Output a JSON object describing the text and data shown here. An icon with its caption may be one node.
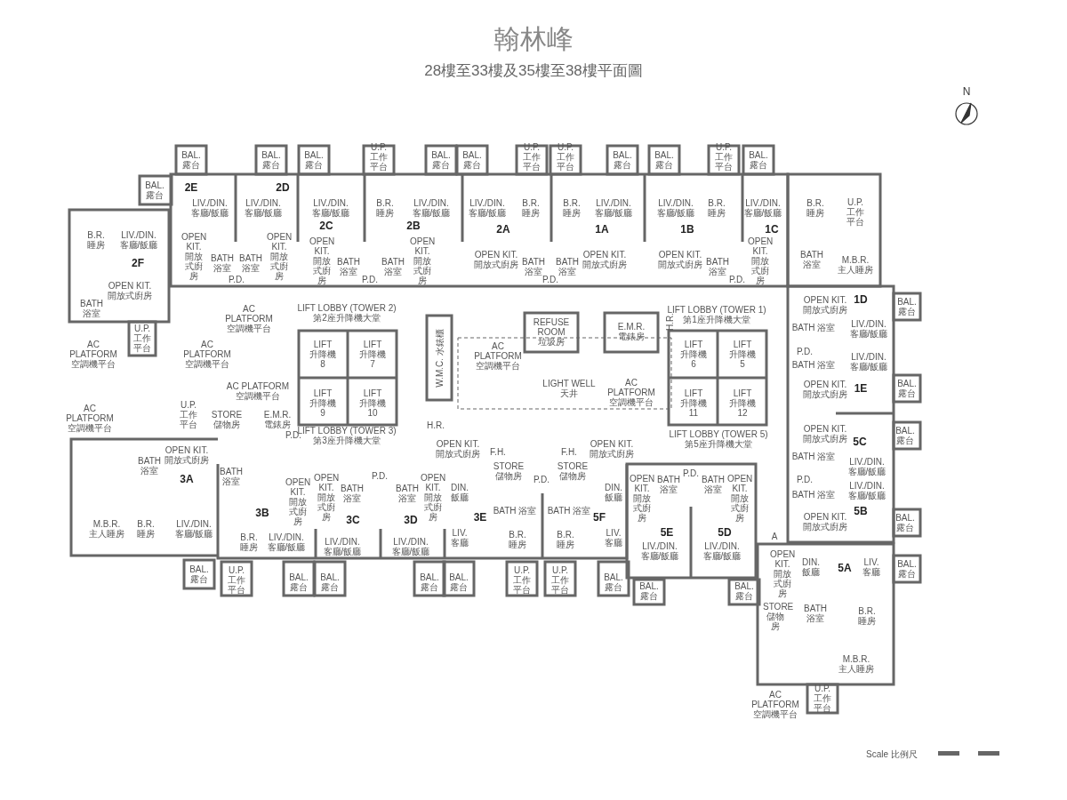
{
  "diagram": {
    "title": "翰林峰",
    "labels": [
      "28樓至33樓及35樓至38樓平面圖",
      "N",
      "BAL. 露台",
      "BAL. 露台",
      "BAL. 露台",
      "U.P. 工作平台",
      "BAL. 露台",
      "BAL. 露台",
      "U.P. 工作平台",
      "U.P. 工作平台",
      "BAL. 露台",
      "BAL. 露台",
      "U.P. 工作平台",
      "BAL. 露台",
      "BAL. 露台",
      "2E",
      "LIV./DIN. 客廳/飯廳",
      "LIV./DIN. 客廳/飯廳",
      "2D",
      "LIV./DIN. 客廳/飯廳",
      "B.R. 睡房",
      "LIV./DIN. 客廳/飯廳",
      "LIV./DIN. 客廳/飯廳",
      "B.R. 睡房",
      "B.R. 睡房",
      "LIV./DIN. 客廳/飯廳",
      "LIV./DIN. 客廳/飯廳",
      "B.R. 睡房",
      "LIV./DIN. 客廳/飯廳",
      "B.R. 睡房",
      "U.P. 工作平台",
      "2C",
      "2B",
      "2A",
      "1A",
      "1B",
      "1C",
      "B.R. 睡房",
      "LIV./DIN. 客廳/飯廳",
      "OPEN KIT. 開放式廚房",
      "BATH 浴室",
      "BATH 浴室",
      "OPEN KIT. 開放式廚房",
      "OPEN KIT. 開放式廚房",
      "OPEN KIT. 開放式廚房",
      "OPEN KIT. 開放式廚房",
      "OPEN KIT. 開放式廚房",
      "OPEN KIT. 開放式廚房",
      "OPEN KIT. 開放式廚房",
      "BATH 浴室",
      "M.B.R. 主人睡房",
      "2F",
      "BATH 浴室",
      "BATH 浴室",
      "BATH 浴室",
      "BATH 浴室",
      "BATH 浴室",
      "P.D.",
      "P.D.",
      "P.D.",
      "P.D.",
      "BATH 浴室",
      "OPEN KIT. 開放式廚房",
      "OPEN KIT. 開放式廚房",
      "1D",
      "BAL. 露台",
      "AC PLATFORM 空調機平台",
      "LIFT LOBBY (TOWER 2) 第2座升降機大堂",
      "REFUSE ROOM 垃圾房",
      "E.M.R. 電錶房",
      "H.R.",
      "LIFT LOBBY (TOWER 1) 第1座升降機大堂",
      "BATH 浴室",
      "LIV./DIN. 客廳/飯廳",
      "AC PLATFORM 空調機平台",
      "U.P. 工作平台",
      "AC PLATFORM 空調機平台",
      "LIFT 升降機 8",
      "LIFT 升降機 7",
      "W.M.C. 水錶櫃",
      "AC PLATFORM 空調機平台",
      "LIFT 升降機 6",
      "LIFT 升降機 5",
      "P.D.",
      "BATH 浴室",
      "LIV./DIN. 客廳/飯廳",
      "AC PLATFORM 空調機平台",
      "LIFT 升降機 9",
      "LIFT 升降機 10",
      "LIGHT WELL 天井",
      "AC PLATFORM 空調機平台",
      "LIFT 升降機 11",
      "LIFT 升降機 12",
      "OPEN KIT. 開放式廚房",
      "1E",
      "BAL. 露台",
      "AC PLATFORM 空調機平台",
      "U.P. 工作平台",
      "STORE 儲物房",
      "E.M.R. 電錶房",
      "H.R.",
      "P.D.",
      "LIFT LOBBY (TOWER 3) 第3座升降機大堂",
      "LIFT LOBBY (TOWER 5) 第5座升降機大堂",
      "OPEN KIT. 開放式廚房",
      "5C",
      "BAL. 露台",
      "OPEN KIT. 開放式廚房",
      "OPEN KIT. 開放式廚房",
      "F.H.",
      "F.H.",
      "OPEN KIT. 開放式廚房",
      "BATH 浴室",
      "BATH 浴室",
      "3A",
      "BATH 浴室",
      "P.D.",
      "STORE 儲物房",
      "P.D.",
      "STORE 儲物房",
      "P.D.",
      "P.D.",
      "LIV./DIN. 客廳/飯廳",
      "OPEN KIT. 開放式廚房",
      "OPEN KIT. 開放式廚房",
      "BATH 浴室",
      "BATH 浴室",
      "OPEN KIT. 開放式廚房",
      "DIN. 飯廳",
      "DIN. 飯廳",
      "OPEN KIT. 開放式廚房",
      "BATH 浴室",
      "BATH 浴室",
      "OPEN KIT. 開放式廚房",
      "BATH 浴室",
      "LIV./DIN. 客廳/飯廳",
      "3B",
      "3C",
      "3D",
      "3E",
      "BATH 浴室",
      "BATH 浴室",
      "5F",
      "M.B.R. 主人睡房",
      "B.R. 睡房",
      "LIV./DIN. 客廳/飯廳",
      "B.R. 睡房",
      "LIV./DIN. 客廳/飯廳",
      "LIV./DIN. 客廳/飯廳",
      "LIV./DIN. 客廳/飯廳",
      "LIV. 客廳",
      "B.R. 睡房",
      "B.R. 睡房",
      "LIV. 客廳",
      "LIV./DIN. 客廳/飯廳",
      "5E",
      "LIV./DIN. 客廳/飯廳",
      "5D",
      "A",
      "OPEN KIT. 開放式廚房",
      "5B",
      "BAL. 露台",
      "BAL. 露台",
      "U.P. 工作平台",
      "BAL. 露台",
      "BAL. 露台",
      "BAL. 露台",
      "BAL. 露台",
      "U.P. 工作平台",
      "U.P. 工作平台",
      "BAL. 露台",
      "BAL. 露台",
      "BAL. 露台",
      "OPEN KIT. 開放式廚房",
      "DIN. 飯廳",
      "5A",
      "LIV. 客廳",
      "BAL. 露台",
      "STORE 儲物房",
      "BATH 浴室",
      "B.R. 睡房",
      "M.B.R. 主人睡房",
      "AC PLATFORM 空調機平台",
      "U.P. 工作平台",
      "Scale 比例尺"
    ]
  }
}
